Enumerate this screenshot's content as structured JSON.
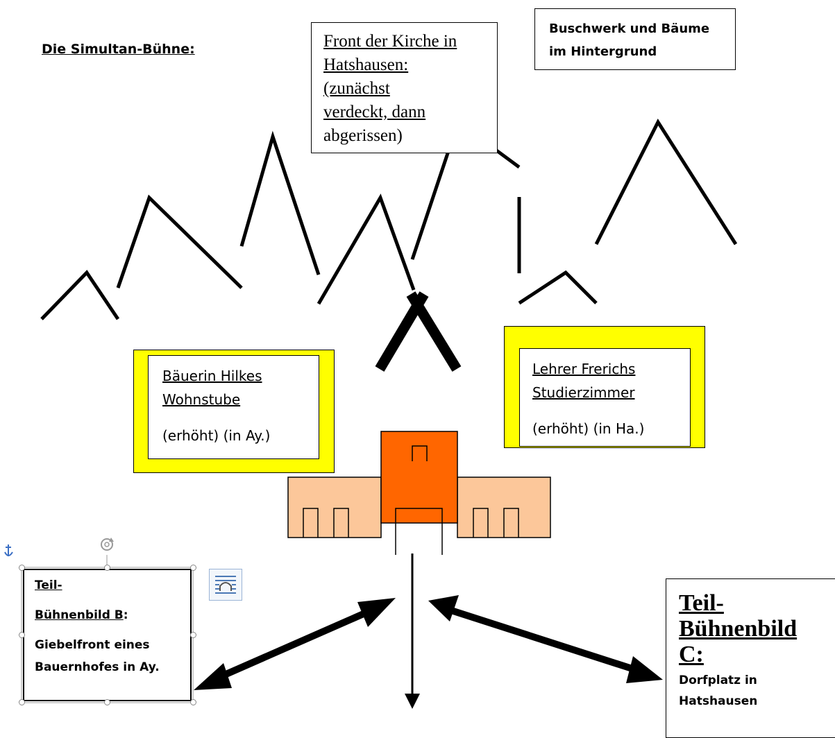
{
  "title": "Die Simultan-Bühne:",
  "church_box": {
    "line1": "Front der Kirche in",
    "line2": "Hatshausen:",
    "line3": "(zunächst",
    "line4": "verdeckt, dann",
    "line5": "abgerissen)"
  },
  "trees_box": {
    "line1": "Buschwerk und Bäume",
    "line2": "im Hintergrund"
  },
  "hilke_box": {
    "line1": "Bäuerin Hilkes",
    "line2": "Wohnstube",
    "line3": "(erhöht) (in Ay.)"
  },
  "frerichs_box": {
    "line1": "Lehrer Frerichs",
    "line2": "Studierzimmer",
    "line3": "(erhöht) (in Ha.)"
  },
  "box_b": {
    "line1": "Teil-",
    "line2": "Bühnenbild B",
    "line2_suffix": ":",
    "line3": "Giebelfront eines",
    "line4": "Bauernhofes in Ay."
  },
  "box_c": {
    "line1": "Teil-",
    "line2": "Bühnenbild",
    "line3": "C:",
    "line4": "Dorfplatz in",
    "line5": "Hatshausen"
  },
  "colors": {
    "highlight": "#ffff00",
    "building_center": "#ff6600",
    "building_wings": "#fcc79a"
  },
  "icons": [
    "anchor-icon",
    "rotate-handle-icon",
    "layout-options-icon"
  ]
}
